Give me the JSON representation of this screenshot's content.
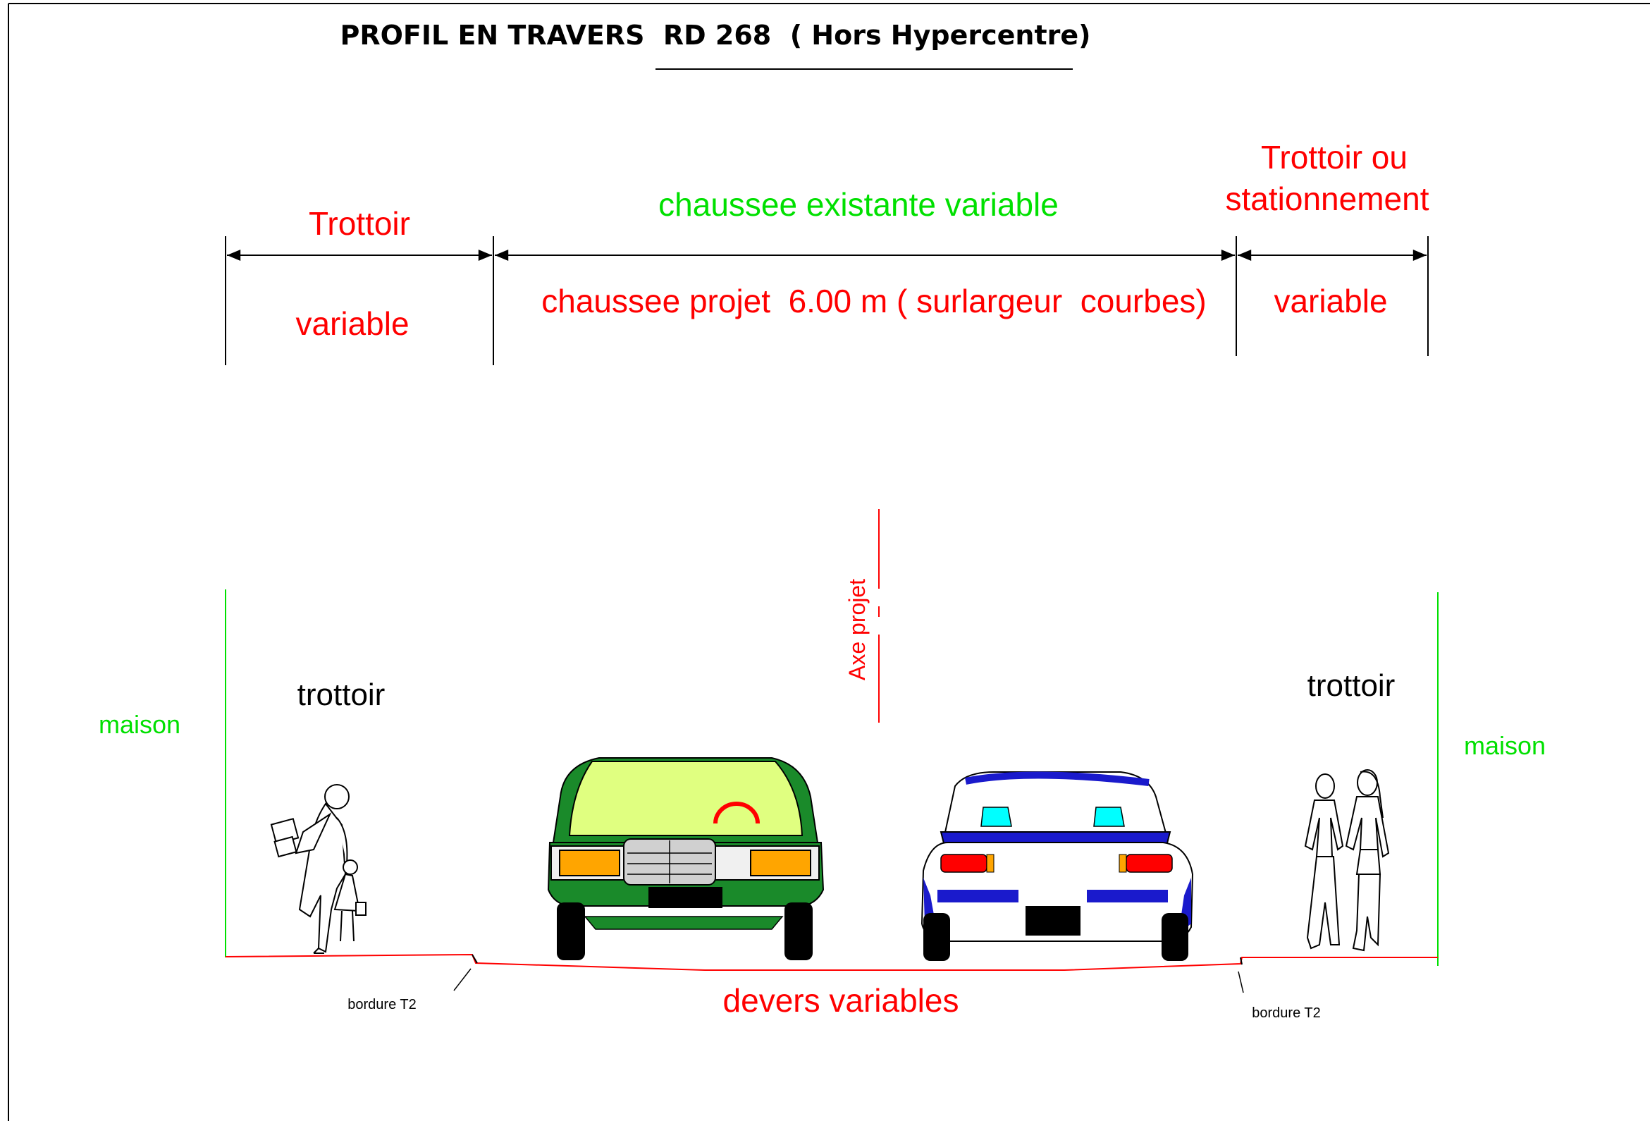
{
  "title": "PROFIL EN TRAVERS  RD 268  ( Hors Hypercentre)",
  "dimensions": {
    "left_label_top": "Trottoir",
    "left_label_bottom": "variable",
    "center_label_top": "chaussee existante variable",
    "center_label_bottom": "chaussee projet  6.00 m ( surlargeur  courbes)",
    "right_label_top_line1": "Trottoir ou",
    "right_label_top_line2": "stationnement",
    "right_label_bottom": "variable"
  },
  "profile": {
    "axis_label": "Axe projet",
    "left_house": "maison",
    "right_house": "maison",
    "left_sidewalk": "trottoir",
    "right_sidewalk": "trottoir",
    "left_curb": "bordure T2",
    "right_curb": "bordure T2",
    "crossfall": "devers variables"
  },
  "colors": {
    "red": "#ff0000",
    "green": "#00e000",
    "black": "#000000",
    "car_green": "#1a8a2a",
    "car_windshield": "#e0ff80",
    "car_blue": "#1a1acc",
    "car_cyan": "#00ffff",
    "car_orange": "#ffa500"
  },
  "icons": [
    "pedestrian-mother-child-icon",
    "green-car-front-icon",
    "blue-car-rear-icon",
    "two-women-walking-icon"
  ]
}
